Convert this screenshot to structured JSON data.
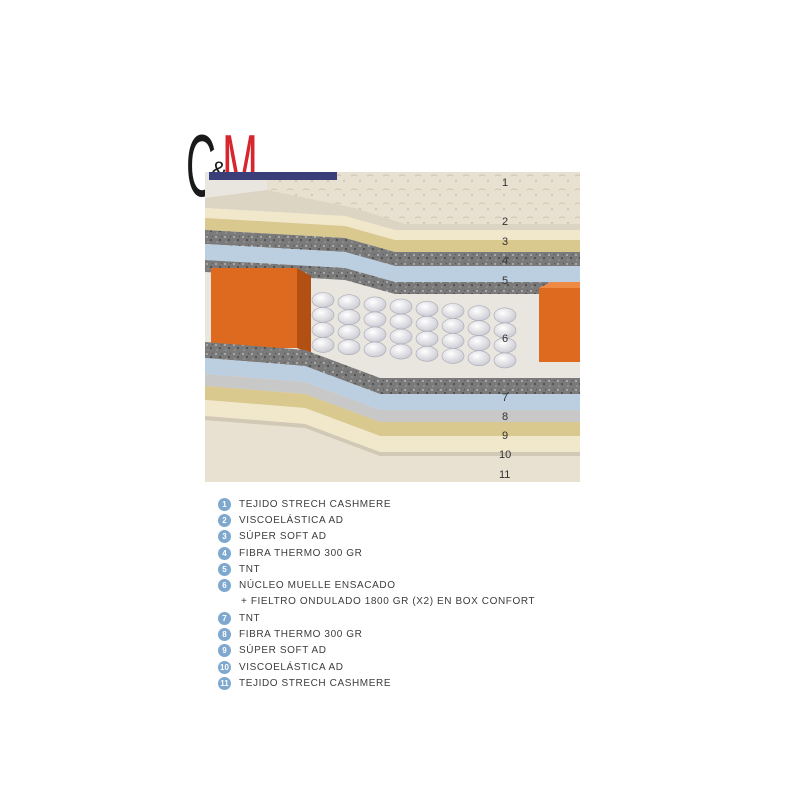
{
  "logo": {
    "left_letter": "C",
    "amp": "&",
    "right_letter": "M",
    "left_color": "#1a1a1a",
    "right_color": "#d7262d"
  },
  "diagram": {
    "layer_numbers": [
      "1",
      "2",
      "3",
      "4",
      "5",
      "6",
      "7",
      "8",
      "9",
      "10",
      "11"
    ],
    "colors": {
      "cashmere": "#e8e0d0",
      "visco": "#f1e8cc",
      "supersoft": "#d9c98e",
      "fibra": "#8c8c8c",
      "tnt": "#bccfe0",
      "felt": "#6f6f6f",
      "box": "#dd6a1e",
      "spring": "#f2f2f4"
    }
  },
  "legend": {
    "accent": "#7fa8cf",
    "items": [
      {
        "num": "1",
        "text": "TEJIDO STRECH CASHMERE"
      },
      {
        "num": "2",
        "text": "VISCOELÁSTICA AD"
      },
      {
        "num": "3",
        "text": "SÚPER SOFT AD"
      },
      {
        "num": "4",
        "text": "FIBRA THERMO 300 GR"
      },
      {
        "num": "5",
        "text": "TNT"
      },
      {
        "num": "6",
        "text": "NÚCLEO MUELLE ENSACADO"
      },
      {
        "num": "",
        "text": "+ FIELTRO ONDULADO 1800 GR (X2) EN BOX CONFORT"
      },
      {
        "num": "7",
        "text": "TNT"
      },
      {
        "num": "8",
        "text": "FIBRA THERMO 300 GR"
      },
      {
        "num": "9",
        "text": "SÚPER SOFT AD"
      },
      {
        "num": "10",
        "text": "VISCOELÁSTICA AD"
      },
      {
        "num": "11",
        "text": "TEJIDO STRECH CASHMERE"
      }
    ]
  }
}
